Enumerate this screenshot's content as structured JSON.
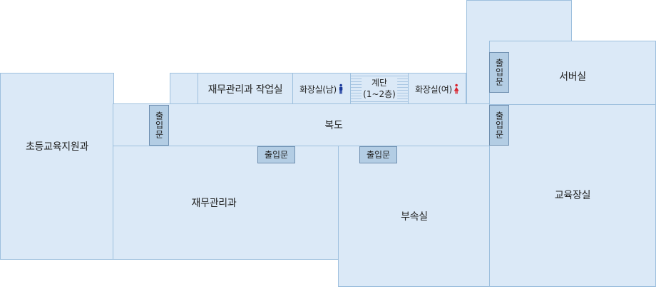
{
  "rooms": {
    "support": "초등교육지원과",
    "finance": "재무관리과",
    "finance_work": "재무관리과 작업실",
    "wc_male": "화장실(남)",
    "wc_female": "화장실(여)",
    "stairs_line1": "계단",
    "stairs_line2": "(1~2층)",
    "corridor": "복도",
    "annex": "부속실",
    "server": "서버실",
    "education": "교육장실"
  },
  "doors": {
    "left_vertical": "출입문",
    "finance": "출입문",
    "annex": "출입문",
    "server_vertical": "출입문",
    "right_vertical": "출입문"
  },
  "icons": {
    "male": "male-restroom-icon",
    "female": "female-restroom-icon"
  },
  "colors": {
    "room_fill": "#dbe9f7",
    "room_border": "#9ec0de",
    "door_fill": "#b3cde4",
    "male_icon": "#1b3a9c",
    "female_icon": "#d9232d"
  }
}
